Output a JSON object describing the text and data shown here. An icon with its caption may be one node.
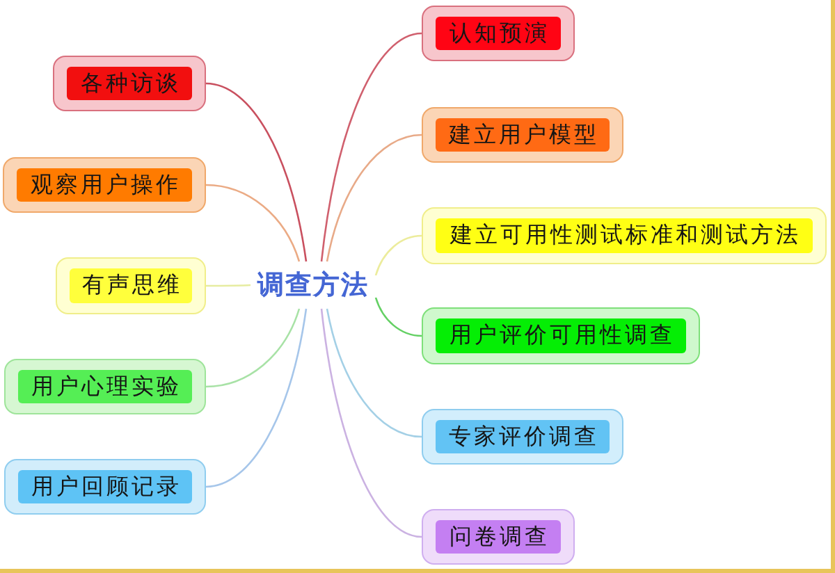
{
  "diagram": {
    "nodes": [
      {
        "text": [
          "调查方法"
        ]
      },
      {
        "text": [
          "各种访谈"
        ]
      },
      {
        "text": [
          "观察用户操作"
        ]
      },
      {
        "text": [
          "有声思维"
        ]
      },
      {
        "text": [
          "用户心理实验"
        ]
      },
      {
        "text": [
          "用户回顾记录"
        ]
      },
      {
        "text": [
          "认知预演"
        ]
      },
      {
        "text": [
          "建立用户模型"
        ]
      },
      {
        "text": [
          "建立可用性测试标准和测试方法"
        ]
      },
      {
        "text": [
          "用户评价可用性调查"
        ]
      },
      {
        "text": [
          "专家评价调查"
        ]
      },
      {
        "text": [
          "问卷调查"
        ]
      }
    ],
    "edges": [
      {
        "from": 0,
        "to": 1,
        "arrow": "none",
        "color": "#c9505f"
      },
      {
        "from": 0,
        "to": 2,
        "arrow": "none",
        "color": "#ebab85"
      },
      {
        "from": 0,
        "to": 3,
        "arrow": "none",
        "color": "#e6eca0"
      },
      {
        "from": 0,
        "to": 4,
        "arrow": "none",
        "color": "#a8e2a6"
      },
      {
        "from": 0,
        "to": 5,
        "arrow": "none",
        "color": "#a6c6ea"
      },
      {
        "from": 0,
        "to": 6,
        "arrow": "none",
        "color": "#d0606e"
      },
      {
        "from": 0,
        "to": 7,
        "arrow": "none",
        "color": "#e8aa88"
      },
      {
        "from": 0,
        "to": 8,
        "arrow": "none",
        "color": "#ecec9c"
      },
      {
        "from": 0,
        "to": 9,
        "arrow": "none",
        "color": "#64d064"
      },
      {
        "from": 0,
        "to": 10,
        "arrow": "none",
        "color": "#a4d0e6"
      },
      {
        "from": 0,
        "to": 11,
        "arrow": "none",
        "color": "#cbb2e2"
      }
    ]
  }
}
